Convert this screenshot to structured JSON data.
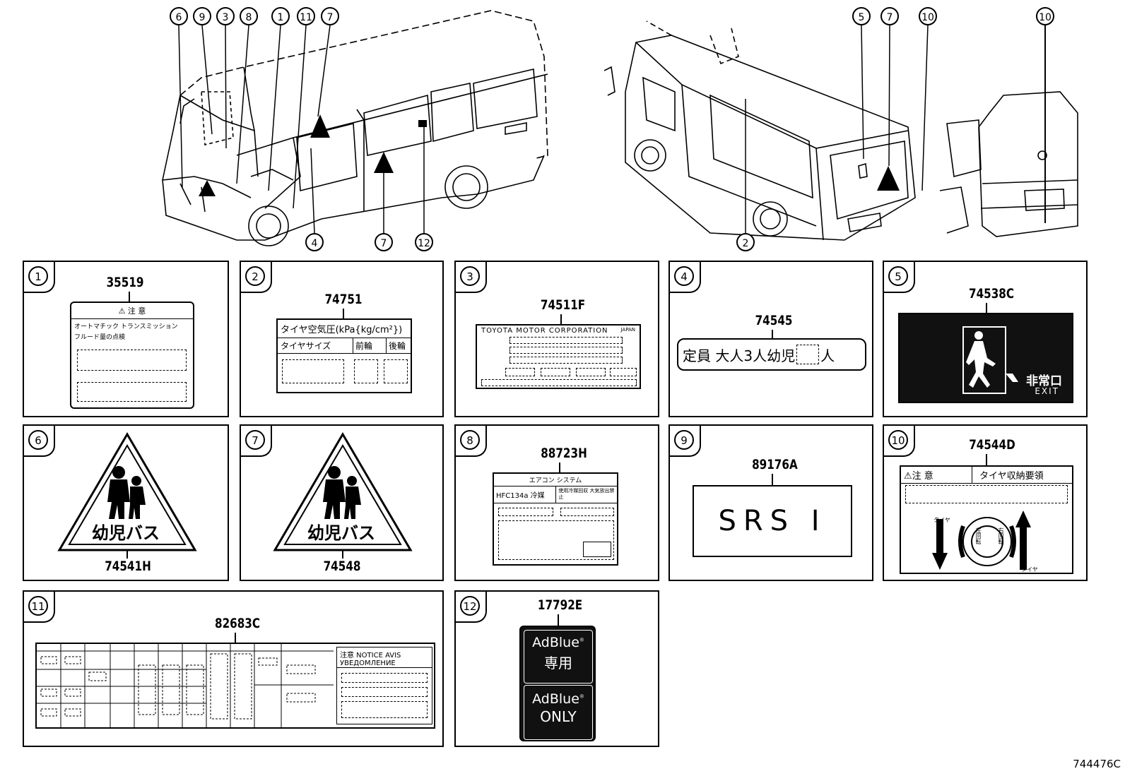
{
  "views": {
    "front_left_callouts_top": [
      "6",
      "9",
      "3",
      "8",
      "1",
      "11",
      "7"
    ],
    "front_left_callouts_bottom": [
      "4",
      "7",
      "12"
    ],
    "rear_callouts_top": [
      "5",
      "7",
      "10"
    ],
    "rear_callouts_bottom": [
      "2"
    ],
    "rear_detail_callouts_top": [
      "10"
    ]
  },
  "panels": [
    {
      "num": "1",
      "part": "35519",
      "label": {
        "caution": "⚠ 注 意",
        "line1": "オートマチック トランスミッション",
        "line2": "フルード量の点検"
      }
    },
    {
      "num": "2",
      "part": "74751",
      "label": {
        "title": "タイヤ空気圧(kPa{kg/cm²})",
        "col1": "タイヤサイズ",
        "col2": "前輪",
        "col3": "後輪"
      }
    },
    {
      "num": "3",
      "part": "74511F",
      "label": {
        "maker": "TOYOTA MOTOR CORPORATION",
        "code": "JAPAN"
      }
    },
    {
      "num": "4",
      "part": "74545",
      "label": {
        "text_a": "定員 大人3人幼児",
        "text_b": "人"
      }
    },
    {
      "num": "5",
      "part": "74538C",
      "label": {
        "jp": "非常口",
        "en": "EXIT"
      }
    },
    {
      "num": "6",
      "part": "74541H",
      "label": {
        "text": "幼児バス"
      }
    },
    {
      "num": "7",
      "part": "74548",
      "label": {
        "text": "幼児バス"
      }
    },
    {
      "num": "8",
      "part": "88723H",
      "label": {
        "title": "エアコン システム",
        "refrigerant": "HFC134a 冷媒",
        "note": "使用冷媒回収 大気放出禁止"
      }
    },
    {
      "num": "9",
      "part": "89176A",
      "label": {
        "text": "SRS I"
      }
    },
    {
      "num": "10",
      "part": "74544D",
      "label": {
        "caution": "⚠注 意",
        "title": "タイヤ収納要領",
        "tire": "タイヤ",
        "left": "左回転",
        "right": "右回転"
      }
    },
    {
      "num": "11",
      "part": "82683C",
      "label": {
        "notice": "注意 NOTICE AVIS",
        "notice_ru": "УВЕДОМЛЕНИЕ"
      }
    },
    {
      "num": "12",
      "part": "17792E",
      "label": {
        "top_en": "AdBlue",
        "top_jp": "専用",
        "bottom_en": "AdBlue",
        "bottom_en2": "ONLY",
        "reg": "®"
      }
    }
  ],
  "figure_id": "744476C"
}
